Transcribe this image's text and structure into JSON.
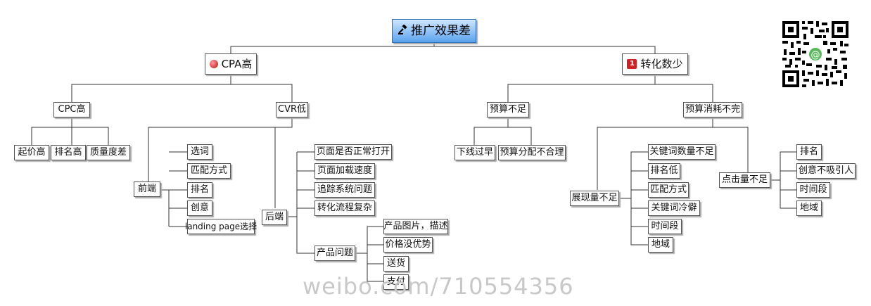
{
  "root": "推广效果差",
  "branches": {
    "cpa": "CPA高",
    "conv": "转化数少",
    "conv_badge": "1"
  },
  "cpa": {
    "cpc": "CPC高",
    "cvr": "CVR低",
    "cpc_children": [
      "起价高",
      "排名高",
      "质量度差"
    ],
    "front": "前端",
    "back": "后端",
    "front_items": [
      "选词",
      "匹配方式",
      "排名",
      "创意",
      "landing page选择"
    ],
    "back_items": [
      "页面是否正常打开",
      "页面加载速度",
      "追踪系统问题",
      "转化流程复杂",
      "产品问题"
    ],
    "product_items": [
      "产品图片，描述",
      "价格没优势",
      "送货",
      "支付"
    ]
  },
  "conv": {
    "budget_short": "预算不足",
    "budget_unused": "预算消耗不完",
    "budget_short_items": [
      "下线过早",
      "预算分配不合理"
    ],
    "impressions": "展现量不足",
    "impression_items": [
      "关键词数量不足",
      "排名低",
      "匹配方式",
      "关键词冷僻",
      "时间段",
      "地域"
    ],
    "clicks": "点击量不足",
    "click_items": [
      "排名",
      "创意不吸引人",
      "时间段",
      "地域"
    ]
  },
  "watermark": "weibo.com/710554356",
  "qr_icon": "@"
}
